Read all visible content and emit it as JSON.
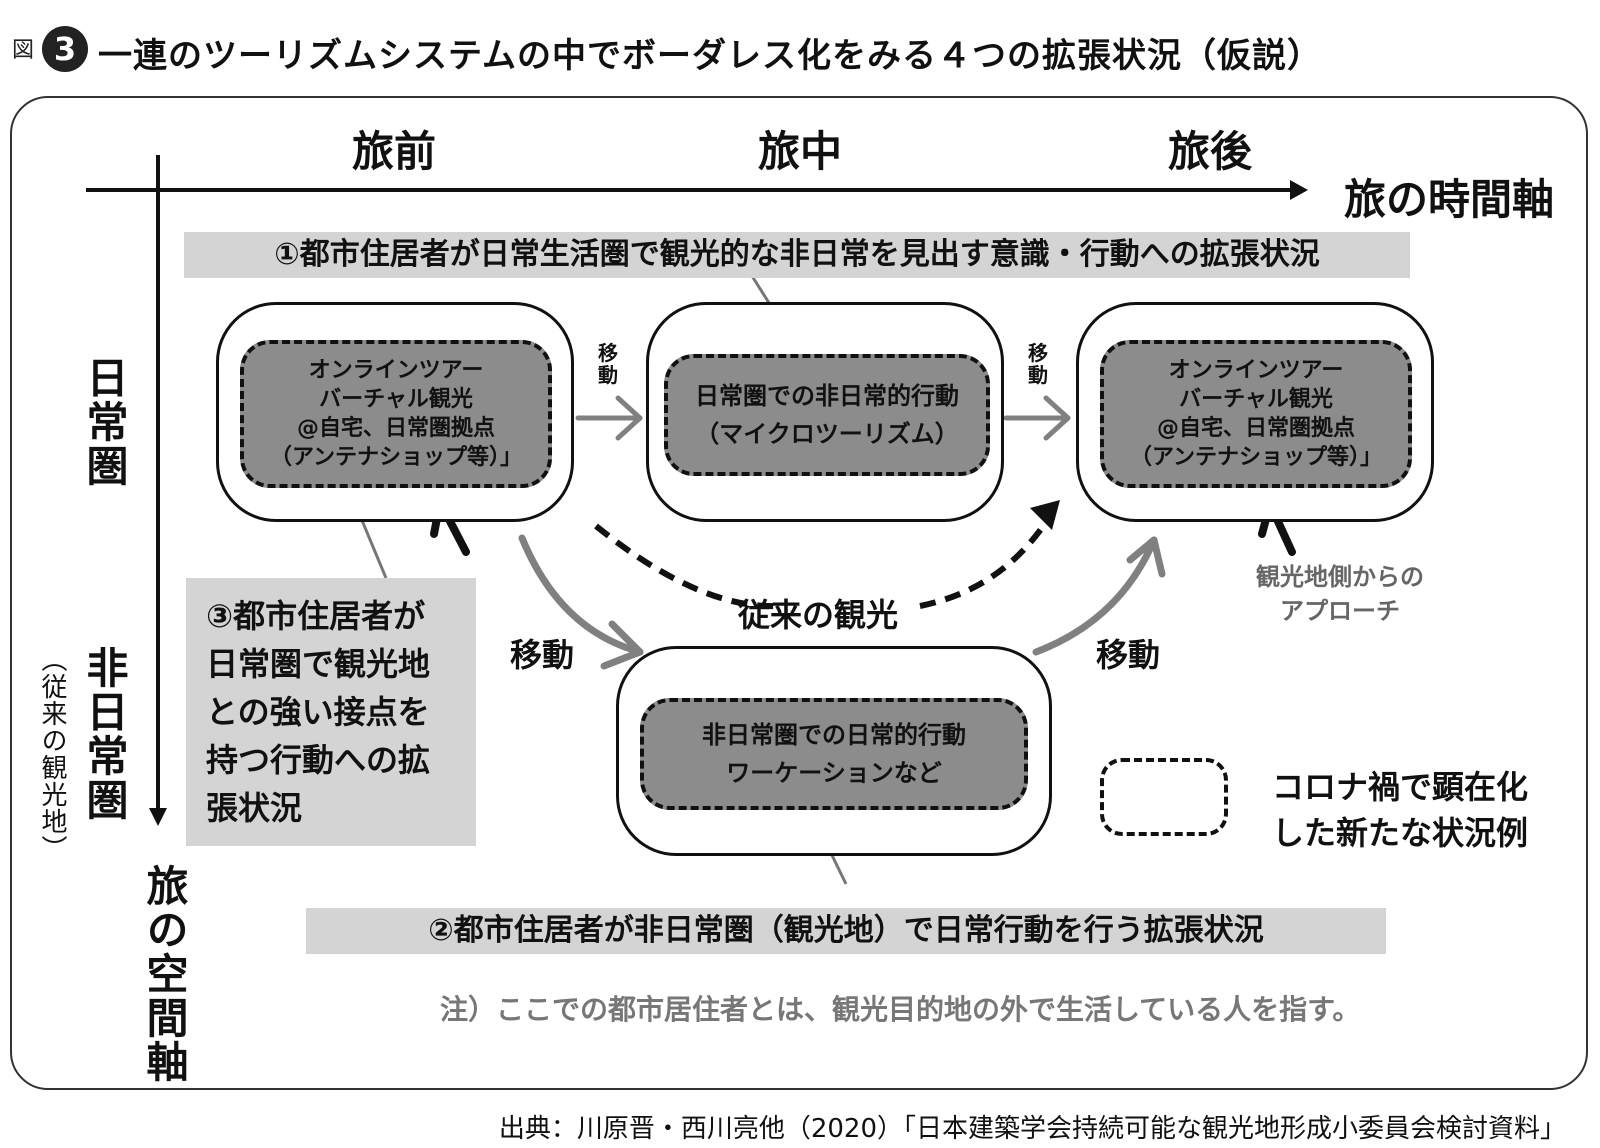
{
  "header": {
    "fig_label": "図",
    "fig_number": "3",
    "title": "一連のツーリズムシステムの中でボーダレス化をみる４つの拡張状況（仮説）"
  },
  "axes": {
    "phases": [
      "旅前",
      "旅中",
      "旅後"
    ],
    "time_axis_label": "旅の時間軸",
    "space_axis_label": "旅の空間軸",
    "daily_zone": "日常圏",
    "nondaily_zone": "非日常圏",
    "nondaily_zone_note": "（従来の観光地）"
  },
  "banners": {
    "top": "①都市住居者が日常生活圏で観光的な非日常を見出す意識・行動への拡張状況",
    "bottom": "②都市住居者が非日常圏（観光地）で日常行動を行う拡張状況"
  },
  "boxes": {
    "before": [
      "オンラインツアー",
      "バーチャル観光",
      "@自宅、日常圏拠点",
      "（アンテナショップ等）」"
    ],
    "during": [
      "日常圏での非日常的行動",
      "（マイクロツーリズム）"
    ],
    "after": [
      "オンラインツアー",
      "バーチャル観光",
      "@自宅、日常圏拠点",
      "（アンテナショップ等）」"
    ],
    "nondaily": [
      "非日常圏での日常的行動",
      "ワーケーションなど"
    ]
  },
  "arrows": {
    "move_small_1": "移動",
    "move_small_2": "移動",
    "move_left": "移動",
    "move_right": "移動",
    "conventional": "従来の観光"
  },
  "side_box": {
    "lines": [
      "③都市住居者が",
      "日常圏で観光地",
      "との強い接点を",
      "持つ行動への拡",
      "張状況"
    ]
  },
  "approach": [
    "観光地側からの",
    "アプローチ"
  ],
  "legend": [
    "コロナ禍で顕在化",
    "した新たな状況例"
  ],
  "note": "注）ここでの都市居住者とは、観光目的地の外で生活している人を指す。",
  "source": "出典：川原晋・西川亮他（2020）「日本建築学会持続可能な観光地形成小委員会検討資料」",
  "colors": {
    "banner_gray": "#d4d4d4",
    "box_fill": "#8c8c8c",
    "arrow_gray": "#808080",
    "ink": "#111111"
  }
}
